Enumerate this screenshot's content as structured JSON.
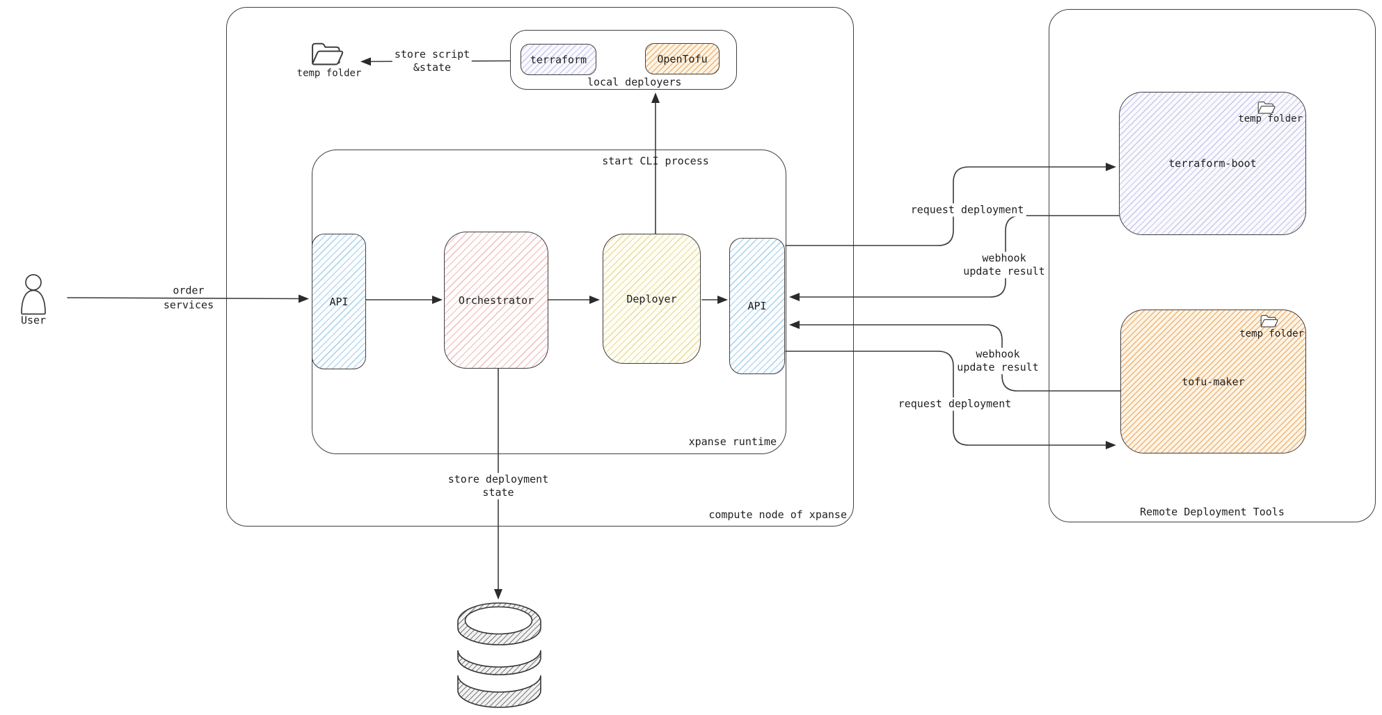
{
  "user": {
    "label": "User"
  },
  "compute_node": {
    "label": "compute node of xpanse",
    "temp_folder": {
      "label": "temp folder"
    },
    "local_deployers": {
      "label": "local deployers",
      "terraform": {
        "label": "terraform"
      },
      "opentofu": {
        "label": "OpenTofu"
      }
    },
    "runtime": {
      "label": "xpanse runtime",
      "api_in": {
        "label": "API"
      },
      "orchestrator": {
        "label": "Orchestrator"
      },
      "deployer": {
        "label": "Deployer"
      },
      "api_out": {
        "label": "API"
      }
    }
  },
  "remote_tools": {
    "label": "Remote Deployment Tools",
    "terraform_boot": {
      "label": "terraform-boot",
      "temp_folder": "temp folder"
    },
    "tofu_maker": {
      "label": "tofu-maker",
      "temp_folder": "temp folder"
    }
  },
  "edges": {
    "order_services": {
      "line1": "order",
      "line2": "services"
    },
    "store_script": {
      "line1": "store script",
      "line2": "&state"
    },
    "start_cli": {
      "label": "start CLI process"
    },
    "store_state": {
      "line1": "store deployment",
      "line2": "state"
    },
    "request_deployment_top": {
      "label": "request deployment"
    },
    "webhook_top": {
      "line1": "webhook",
      "line2": "update result"
    },
    "webhook_bottom": {
      "line1": "webhook",
      "line2": "update result"
    },
    "request_deployment_bottom": {
      "label": "request deployment"
    }
  },
  "icons": {
    "user_figure": "person-icon",
    "temp_folder": "folder-icon",
    "database": "database-cylinder-icon",
    "arrowhead": "solid-triangle-arrowhead"
  },
  "colors": {
    "stroke": "#3f3f3f",
    "text": "#1f1f1f",
    "hatch_blue": "#a8cfe8",
    "hatch_red": "#f0bcbc",
    "hatch_yellow": "#e6d9a0",
    "hatch_purple": "#c6c6ea",
    "hatch_orange": "#edb577",
    "db_hatch": "#4a4a4a"
  }
}
